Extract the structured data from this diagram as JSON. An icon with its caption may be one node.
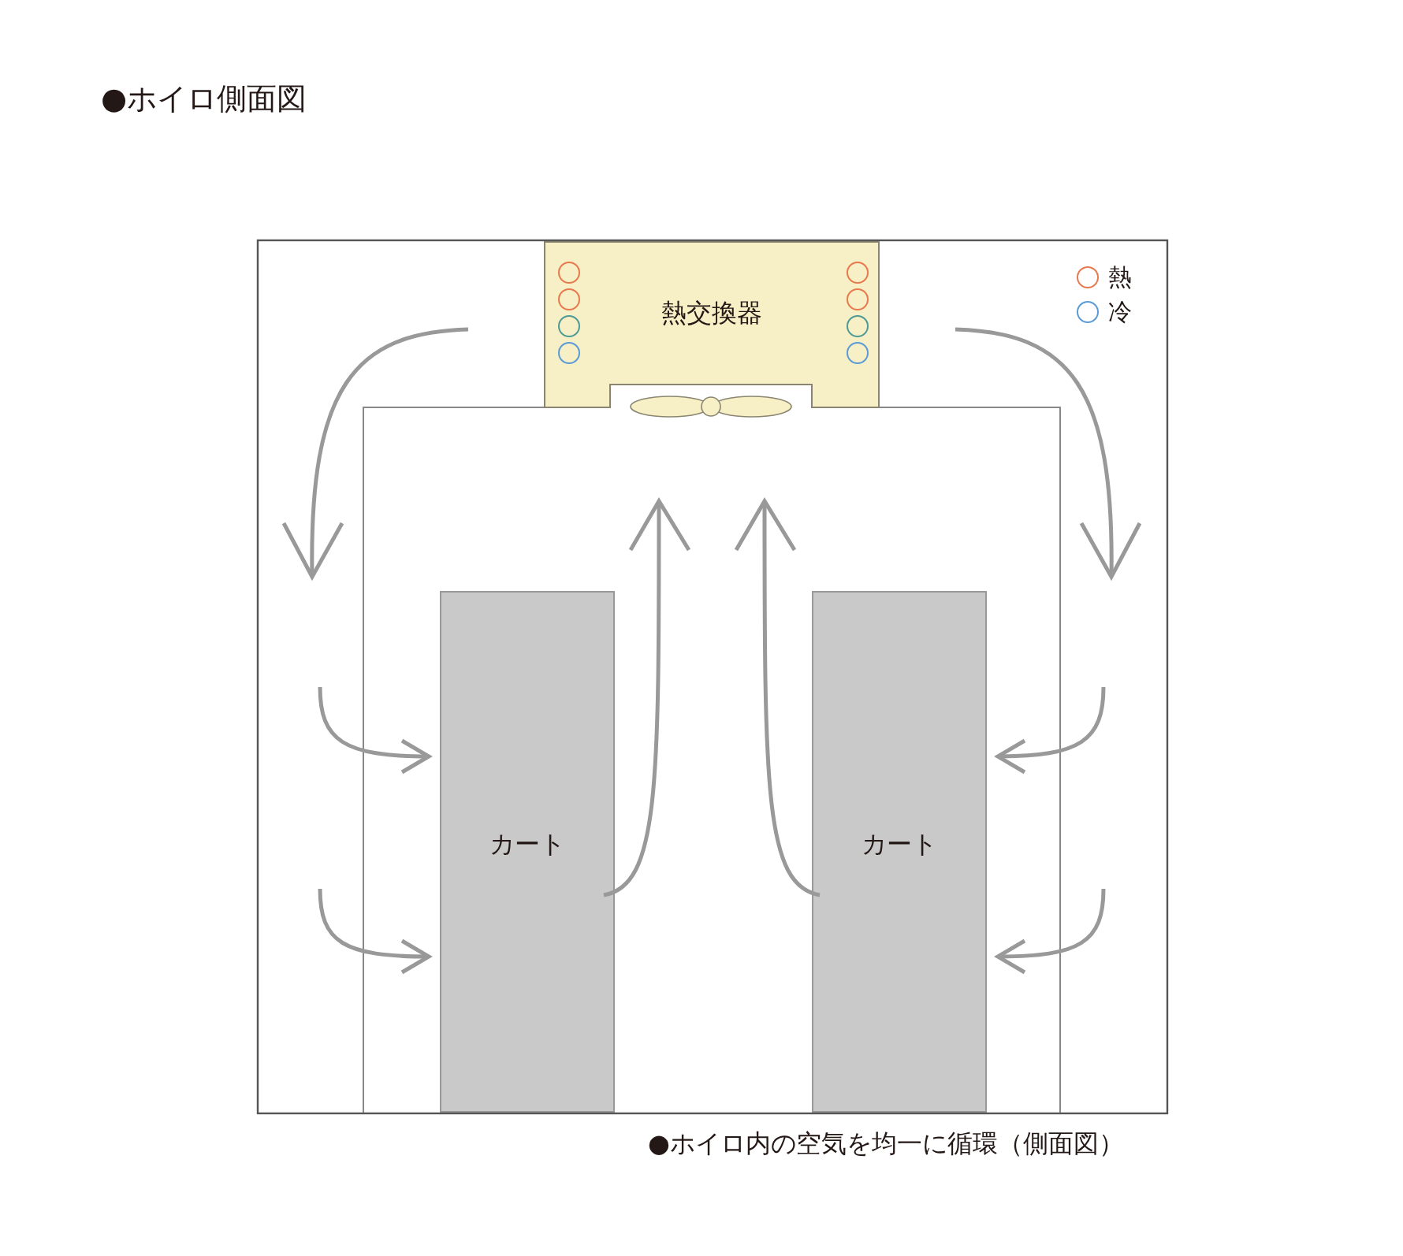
{
  "diagram": {
    "title": "●ホイロ側面図",
    "caption": "●ホイロ内の空気を均一に循環（側面図）",
    "nodes": [
      {
        "text": [
          "熱交換器"
        ]
      },
      {
        "text": [
          "カート"
        ]
      },
      {
        "text": [
          "カート"
        ]
      }
    ],
    "legend": [
      {
        "text": "熱"
      },
      {
        "text": "冷"
      }
    ]
  }
}
